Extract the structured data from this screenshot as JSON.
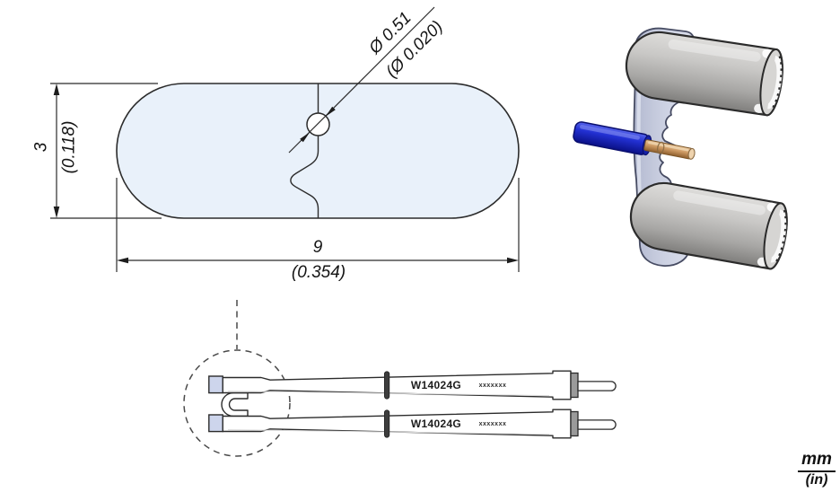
{
  "drawing": {
    "height_mm": "3",
    "height_in": "(0.118)",
    "length_mm": "9",
    "length_in": "(0.354)",
    "hole_diameter_mm": "Ø 0.51",
    "hole_diameter_in": "(Ø 0.020)"
  },
  "cartridges": [
    {
      "model": "W14024G",
      "serial": "xxxxxxx"
    },
    {
      "model": "W14024G",
      "serial": "xxxxxxx"
    }
  ],
  "units": {
    "primary": "mm",
    "secondary": "(in)"
  },
  "colors": {
    "line": "#2b2b2b",
    "blade_face_fill": "#e9f1fa",
    "blade_edge_fill": "#cdd5ec",
    "wire_insulation_blue": "#2433d6",
    "wire_conductor_copper": "#cf9c66",
    "heater_metal_gray": "#b7b7b5",
    "bracket_steel_blue": "#c6cbdc"
  }
}
